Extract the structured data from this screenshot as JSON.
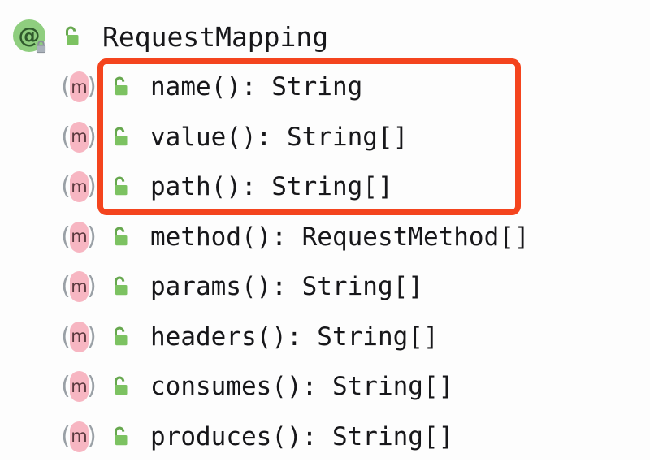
{
  "view": {
    "background_color": "#fdfdfd",
    "text_color": "#17171a"
  },
  "annotation_header": {
    "icon_name": "annotation-at-icon",
    "lock_badge_name": "locked-padlock-badge",
    "visibility_icon_name": "unlock-public-icon",
    "at_symbol": "@",
    "name": "RequestMapping"
  },
  "members": [
    {
      "icon_letter": "m",
      "icon_name": "method-icon",
      "visibility_icon_name": "unlock-public-icon",
      "signature": "name(): String",
      "highlighted": true
    },
    {
      "icon_letter": "m",
      "icon_name": "method-icon",
      "visibility_icon_name": "unlock-public-icon",
      "signature": "value(): String[]",
      "highlighted": true
    },
    {
      "icon_letter": "m",
      "icon_name": "method-icon",
      "visibility_icon_name": "unlock-public-icon",
      "signature": "path(): String[]",
      "highlighted": true
    },
    {
      "icon_letter": "m",
      "icon_name": "method-icon",
      "visibility_icon_name": "unlock-public-icon",
      "signature": "method(): RequestMethod[]",
      "highlighted": false
    },
    {
      "icon_letter": "m",
      "icon_name": "method-icon",
      "visibility_icon_name": "unlock-public-icon",
      "signature": "params(): String[]",
      "highlighted": false
    },
    {
      "icon_letter": "m",
      "icon_name": "method-icon",
      "visibility_icon_name": "unlock-public-icon",
      "signature": "headers(): String[]",
      "highlighted": false
    },
    {
      "icon_letter": "m",
      "icon_name": "method-icon",
      "visibility_icon_name": "unlock-public-icon",
      "signature": "consumes(): String[]",
      "highlighted": false
    },
    {
      "icon_letter": "m",
      "icon_name": "method-icon",
      "visibility_icon_name": "unlock-public-icon",
      "signature": "produces(): String[]",
      "highlighted": false
    }
  ],
  "highlight": {
    "name": "red-highlight-rectangle",
    "color": "#f4441e",
    "covers": [
      "name(): String",
      "value(): String[]",
      "path(): String[]"
    ]
  },
  "colors": {
    "annotation_green": "#8fce7f",
    "method_pink": "#f7b6c2",
    "unlock_green": "#7cc261",
    "paren_gray": "#9aa0a6",
    "highlight_red": "#f4441e"
  }
}
